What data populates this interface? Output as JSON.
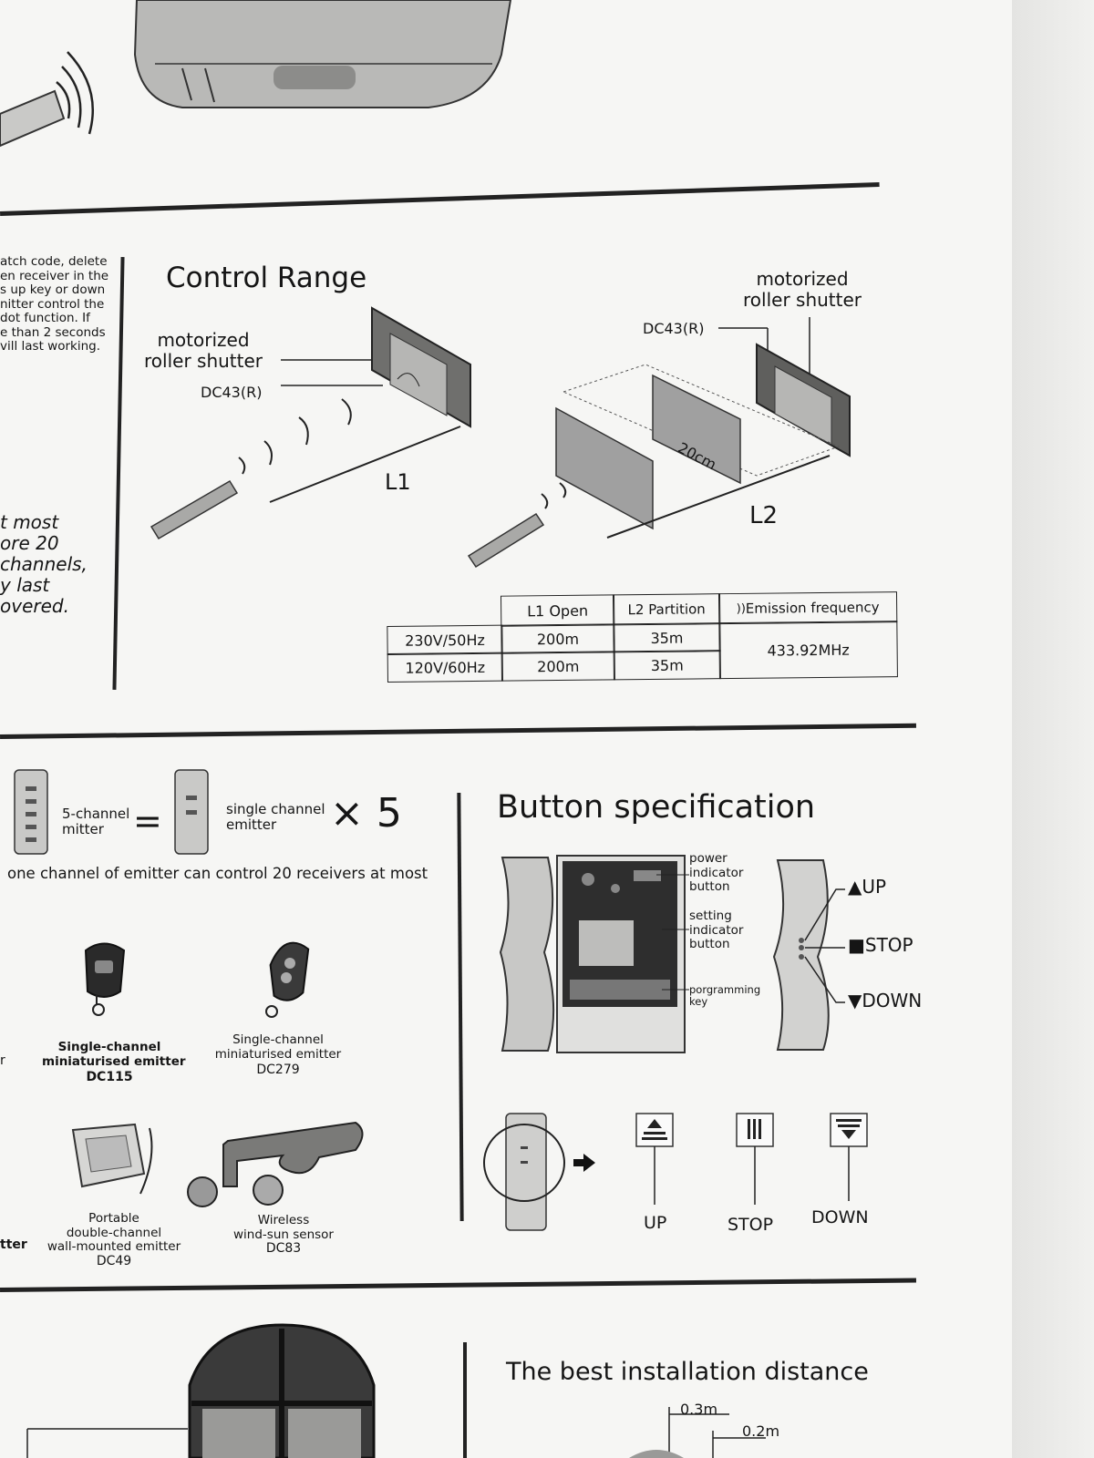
{
  "top_left_text": [
    "atch code, delete",
    "en receiver in the",
    "s up key or down",
    "nitter control the",
    "dot function. If",
    "e than 2 seconds",
    "vill last working."
  ],
  "mid_left_text": [
    "t most",
    "ore 20",
    " channels,",
    "y last",
    "overed."
  ],
  "control_range": {
    "title": "Control Range",
    "left_diagram": {
      "shutter_label": "motorized\nroller shutter",
      "receiver_label": "DC43(R)",
      "distance_label": "L1"
    },
    "right_diagram": {
      "shutter_label": "motorized\nroller shutter",
      "receiver_label": "DC43(R)",
      "partition_label": "20cm",
      "distance_label": "L2"
    }
  },
  "range_table": {
    "headers": [
      "",
      "L1 Open",
      "L2 Partition",
      "Emission frequency"
    ],
    "rows": [
      [
        "230V/50Hz",
        "200m",
        "35m"
      ],
      [
        "120V/60Hz",
        "200m",
        "35m"
      ]
    ],
    "frequency": "433.92MHz"
  },
  "channels": {
    "five_channel_label": "5-channel\nmitter",
    "equals": "=",
    "single_channel_label": "single channel\nemitter",
    "multiplier": "× 5",
    "note": "one channel of emitter can control 20 receivers at most"
  },
  "emitters": [
    {
      "name": "Single-channel\nminiaturised emitter",
      "model": "DC115"
    },
    {
      "name": "Single-channel\nminiaturised emitter",
      "model": "DC279"
    },
    {
      "name": "Portable\ndouble-channel\nwall-mounted emitter",
      "model": "DC49"
    },
    {
      "name": "Wireless\nwind-sun sensor",
      "model": "DC83"
    }
  ],
  "left_edge_fragments": [
    "r",
    "tter"
  ],
  "button_spec": {
    "title": "Button specification",
    "receiver_labels": [
      "power\nindicator\nbutton",
      "setting\nindicator\nbutton",
      "porgramming\nkey"
    ],
    "remote_labels": [
      "▲UP",
      "■STOP",
      "▼DOWN"
    ],
    "symbol_labels": [
      "UP",
      "STOP",
      "DOWN"
    ]
  },
  "installation": {
    "title": "The best installation distance",
    "distances": [
      "0.3m",
      "0.2m"
    ]
  }
}
